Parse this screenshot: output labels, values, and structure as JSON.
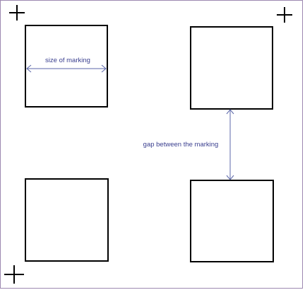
{
  "diagram": {
    "frame_color": "#9d88b0",
    "marking_color": "#000000",
    "annotation_color": "#5b66a8",
    "label_color": "#3a3f8f",
    "markings": [
      {
        "id": "top-left"
      },
      {
        "id": "top-right"
      },
      {
        "id": "bottom-left"
      },
      {
        "id": "bottom-right"
      }
    ],
    "crosses": [
      {
        "id": "top-left"
      },
      {
        "id": "top-right"
      },
      {
        "id": "bottom-left"
      }
    ],
    "annotations": {
      "size_label": "size of marking",
      "gap_label": "gap between the marking"
    }
  }
}
